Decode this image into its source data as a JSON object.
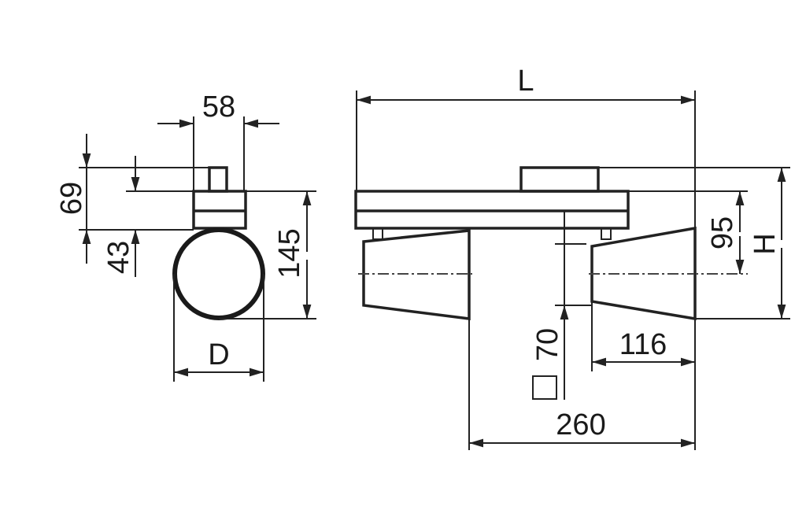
{
  "side_view": {
    "dim_width": "58",
    "dim_total_height": "69",
    "dim_base_height": "43",
    "dim_overall": "145",
    "dim_diameter": "D"
  },
  "front_view": {
    "dim_length": "L",
    "dim_height": "H",
    "dim_axis_height": "95",
    "dim_head_length": "116",
    "dim_spread": "260",
    "dim_square": "70"
  }
}
